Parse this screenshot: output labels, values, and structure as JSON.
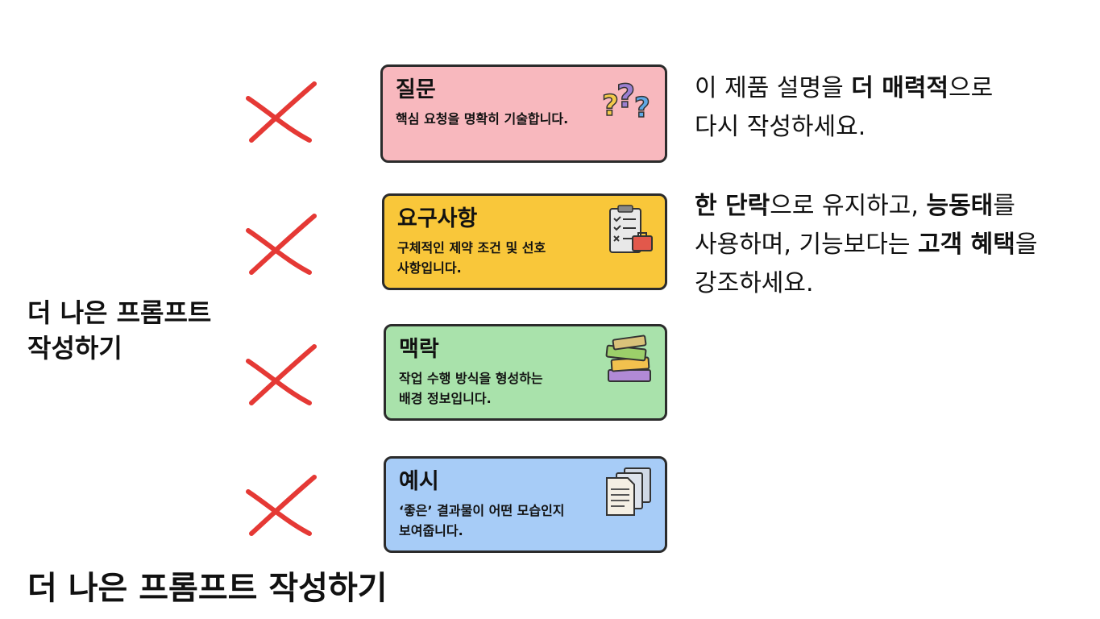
{
  "side_title": {
    "line1": "더 나은 프롬프트",
    "line2": "작성하기"
  },
  "bottom_title": "더 나은 프롬프트 작성하기",
  "cards": [
    {
      "title": "질문",
      "desc": [
        "핵심 요청을 명확히 기술합니다."
      ],
      "icon": "question-marks-icon",
      "color": "#f8b8be"
    },
    {
      "title": "요구사항",
      "desc": [
        "구체적인 제약 조건 및 선호",
        "사항입니다."
      ],
      "icon": "clipboard-checklist-icon",
      "color": "#f9c73a"
    },
    {
      "title": "맥락",
      "desc": [
        "작업 수행 방식을 형성하는",
        "배경 정보입니다."
      ],
      "icon": "book-stack-icon",
      "color": "#a9e2ab"
    },
    {
      "title": "예시",
      "desc": [
        "‘좋은’ 결과물이 어떤 모습인지",
        "보여줍니다."
      ],
      "icon": "documents-icon",
      "color": "#a7ccf7"
    }
  ],
  "cross_color": "#e53935",
  "example_question": {
    "l1_a": "이 제품 설명을 ",
    "l1_b": "더 매력적",
    "l1_c": "으로",
    "l2": "다시 작성하세요."
  },
  "example_requirements": {
    "l1_a": "한 단락",
    "l1_b": "으로 유지하고, ",
    "l1_c": "능동태",
    "l1_d": "를",
    "l2_a": "사용하며, 기능보다는 ",
    "l2_b": "고객 혜택",
    "l2_c": "을",
    "l3": "강조하세요."
  }
}
